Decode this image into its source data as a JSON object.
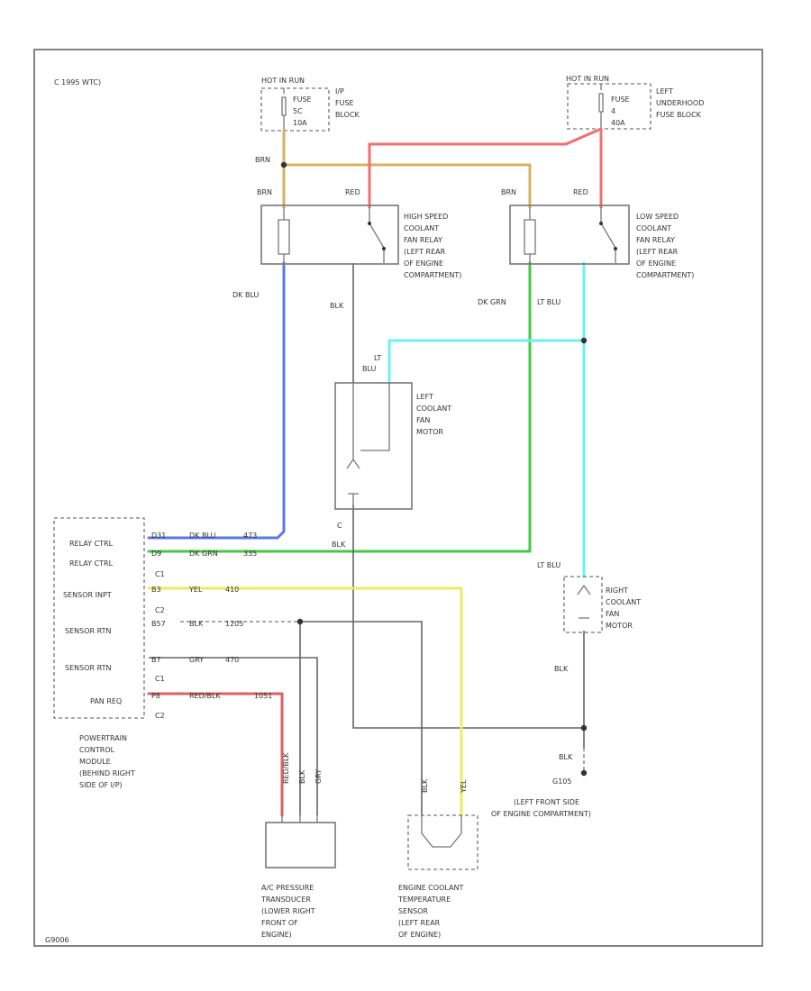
{
  "header": {
    "code": "C 1995 WTC)"
  },
  "footer": {
    "code": "G9006"
  },
  "colors": {
    "dk_blu": "#5a78e6",
    "dk_grn": "#45c845",
    "yel": "#ecec60",
    "lt_blu": "#6ef0f0",
    "red": "#f07070",
    "orn": "#d8b060",
    "blk": "#555555",
    "gry": "#999999"
  },
  "fuse_ip": {
    "top": "HOT IN RUN",
    "l1": "FUSE",
    "l2": "5C",
    "l3": "10A",
    "n1": "I/P",
    "n2": "FUSE",
    "n3": "BLOCK"
  },
  "fuse_uh": {
    "top": "HOT IN RUN",
    "l1": "FUSE",
    "l2": "4",
    "l3": "40A",
    "n1": "LEFT",
    "n2": "UNDERHOOD",
    "n3": "FUSE BLOCK"
  },
  "wires": {
    "brn_top": "BRN",
    "brn_hs": "BRN",
    "red_hs": "RED",
    "brn_ls": "BRN",
    "red_ls": "RED",
    "dk_blu": "DK BLU",
    "blk_hs": "BLK",
    "dk_grn": "DK GRN",
    "lt_blu_ls": "LT BLU",
    "lt": "LT",
    "blu": "BLU",
    "c": "C",
    "blk_motor": "BLK",
    "lt_blu_r": "LT BLU",
    "blk_r": "BLK",
    "blk_g": "BLK",
    "g105": "G105",
    "red_blk_v": "RED/BLK",
    "blk_v": "BLK",
    "gry_v": "GRY",
    "blk_ect": "BLK",
    "yel_ect": "YEL"
  },
  "hs_relay": {
    "l1": "HIGH SPEED",
    "l2": "COOLANT",
    "l3": "FAN RELAY",
    "l4": "(LEFT REAR",
    "l5": "OF ENGINE",
    "l6": "COMPARTMENT)"
  },
  "ls_relay": {
    "l1": "LOW SPEED",
    "l2": "COOLANT",
    "l3": "FAN RELAY",
    "l4": "(LEFT REAR",
    "l5": "OF ENGINE",
    "l6": "COMPARTMENT)"
  },
  "left_motor": {
    "l1": "LEFT",
    "l2": "COOLANT",
    "l3": "FAN",
    "l4": "MOTOR"
  },
  "right_motor": {
    "l1": "RIGHT",
    "l2": "COOLANT",
    "l3": "FAN",
    "l4": "MOTOR"
  },
  "pcm": {
    "pins": [
      "RELAY CTRL",
      "RELAY CTRL",
      "SENSOR INPT",
      "SENSOR RTN",
      "SENSOR RTN",
      "PAN REQ"
    ],
    "c_labels": [
      "C1",
      "C2",
      "C1",
      "C2"
    ],
    "p1": "D31",
    "p2": "D9",
    "p3": "B3",
    "p4": "B57",
    "p5": "B7",
    "p6": "P8",
    "w1": "DK BLU",
    "w2": "DK GRN",
    "w3": "YEL",
    "w4": "BLK",
    "w5": "GRY",
    "w6": "RED/BLK",
    "n1": "473",
    "n2": "335",
    "n3": "410",
    "n4": "1205",
    "n5": "470",
    "n6": "1051",
    "desc": [
      "POWERTRAIN",
      "CONTROL",
      "MODULE",
      "(BEHIND RIGHT",
      "SIDE OF I/P)"
    ]
  },
  "ac": {
    "l1": "A/C PRESSURE",
    "l2": "TRANSDUCER",
    "l3": "(LOWER RIGHT",
    "l4": "FRONT OF",
    "l5": "ENGINE)"
  },
  "ect": {
    "l1": "ENGINE COOLANT",
    "l2": "TEMPERATURE",
    "l3": "SENSOR",
    "l4": "(LEFT REAR",
    "l5": "OF ENGINE)"
  },
  "ground": {
    "l1": "(LEFT FRONT SIDE",
    "l2": "OF ENGINE COMPARTMENT)"
  }
}
